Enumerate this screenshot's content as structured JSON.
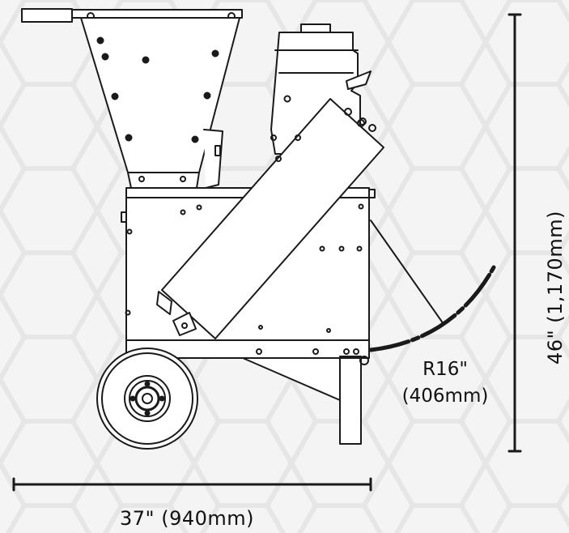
{
  "dimensions": {
    "width_label": "37\" (940mm)",
    "height_label": "46\" (1,170mm)",
    "radius_line1": "R16\"",
    "radius_line2": "(406mm)"
  },
  "colors": {
    "background": "#f4f4f4",
    "hex_pattern": "#e9e9e9",
    "line": "#1a1a1a",
    "text": "#111111"
  }
}
